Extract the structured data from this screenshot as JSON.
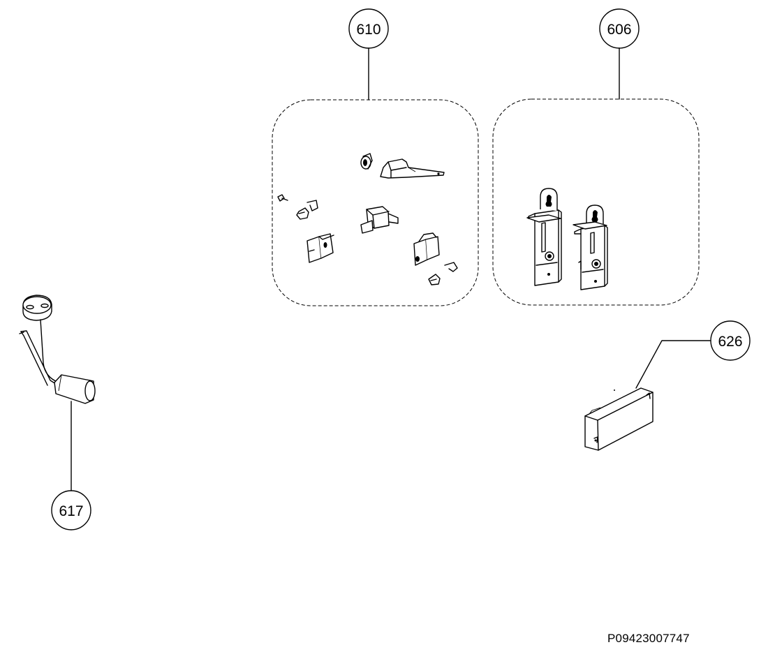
{
  "callouts": {
    "c610": "610",
    "c606": "606",
    "c626": "626",
    "c617": "617"
  },
  "reference_code": "P09423007747",
  "colors": {
    "line": "#000000",
    "background": "#ffffff"
  }
}
